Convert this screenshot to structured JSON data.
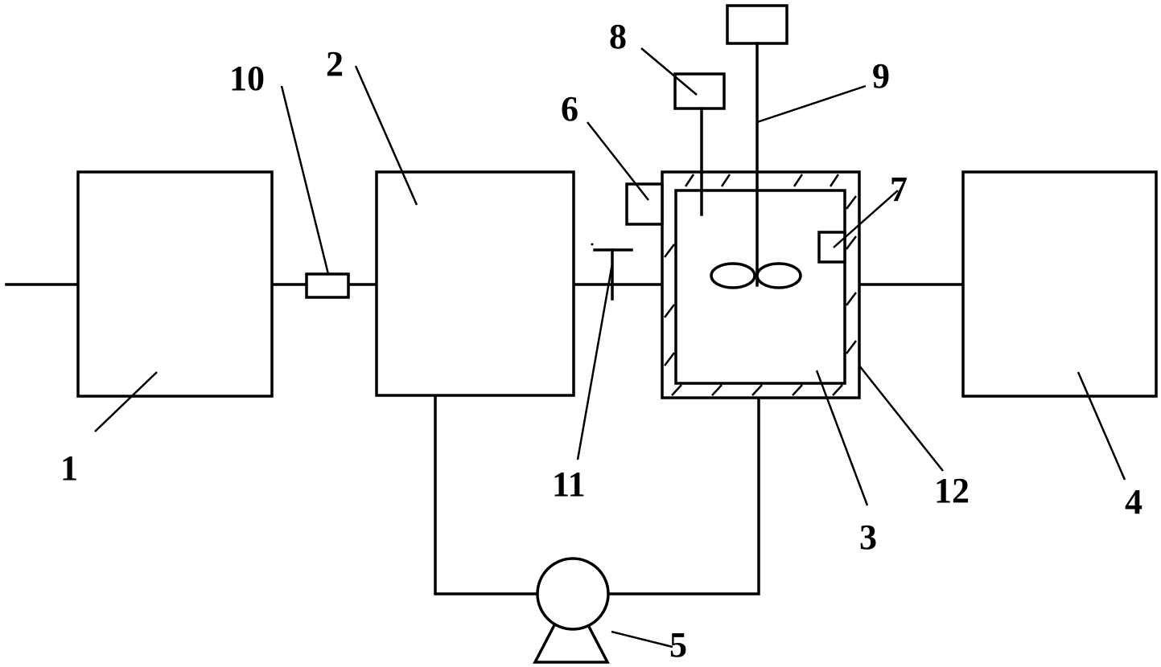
{
  "labels": {
    "unit_1": "1",
    "unit_2": "2",
    "unit_3": "3",
    "unit_4": "4",
    "unit_5": "5",
    "unit_6": "6",
    "unit_7": "7",
    "unit_8": "8",
    "unit_9": "9",
    "unit_10": "10",
    "unit_11": "11",
    "unit_12": "12"
  }
}
